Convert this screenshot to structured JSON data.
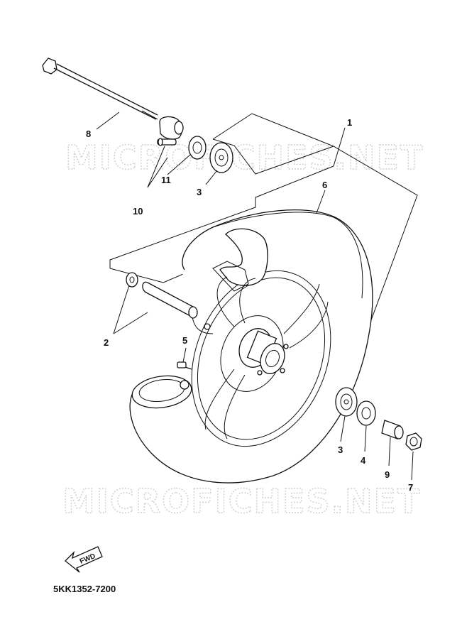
{
  "watermark": {
    "top": "MICROFICHES.NET",
    "bottom": "MICROFICHES.NET"
  },
  "callouts": {
    "c1": "1",
    "c2": "2",
    "c3a": "3",
    "c3b": "3",
    "c4": "4",
    "c5": "5",
    "c6": "6",
    "c7": "7",
    "c8": "8",
    "c9": "9",
    "c10": "10",
    "c11": "11"
  },
  "direction_label": "FWD",
  "diagram_code": "5KK1352-7200"
}
